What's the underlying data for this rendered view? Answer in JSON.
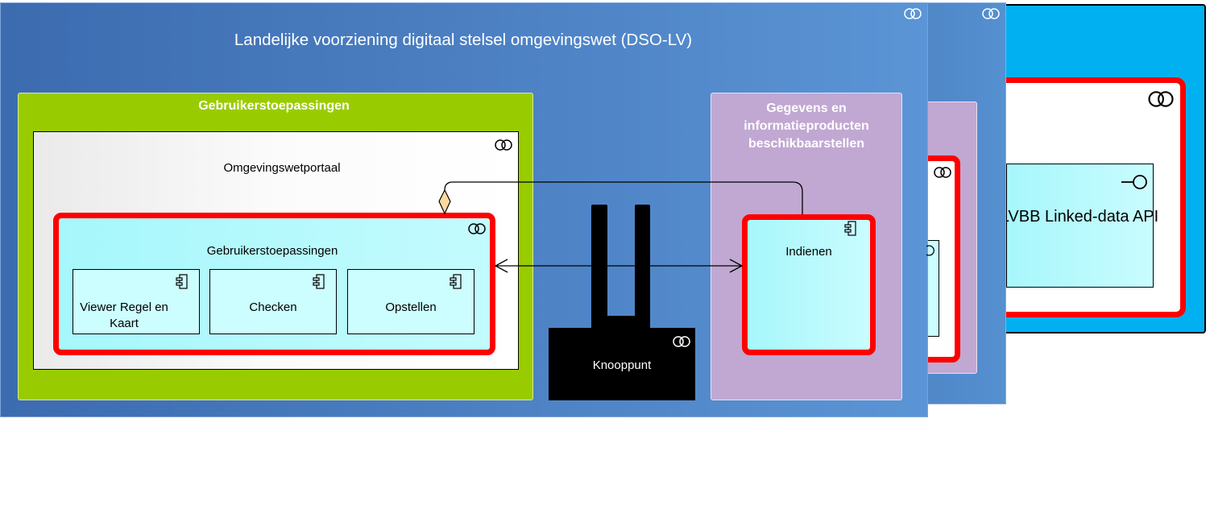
{
  "diagram": {
    "main_title": "Landelijke voorziening digitaal stelsel omgevingswet (DSO-LV)",
    "green_group_title": "Gebruikerstoepassingen",
    "portaal_label": "Omgevingswetportaal",
    "inner_group_label": "Gebruikerstoepassingen",
    "components": {
      "viewer": "Viewer Regel en Kaart",
      "checken": "Checken",
      "opstellen": "Opstellen"
    },
    "node_label": "Knooppunt",
    "purple_group_title": "Gegevens en informatieproducten beschikbaarstellen",
    "indienen_label": "Indienen",
    "lvbb_label": "LVBB Linked-data API"
  },
  "colors": {
    "layer_blue": "#4b7fc2",
    "back_layer": "#00b0f0",
    "green_group": "#99cc00",
    "purple_group": "#c0a8d2",
    "highlight_red": "#ff0000",
    "component_cyan": "#ccfdff",
    "node_black": "#000000"
  },
  "icons": [
    "collaboration-icon",
    "component-icon",
    "interface-icon",
    "aggregation-diamond",
    "open-arrowhead"
  ]
}
